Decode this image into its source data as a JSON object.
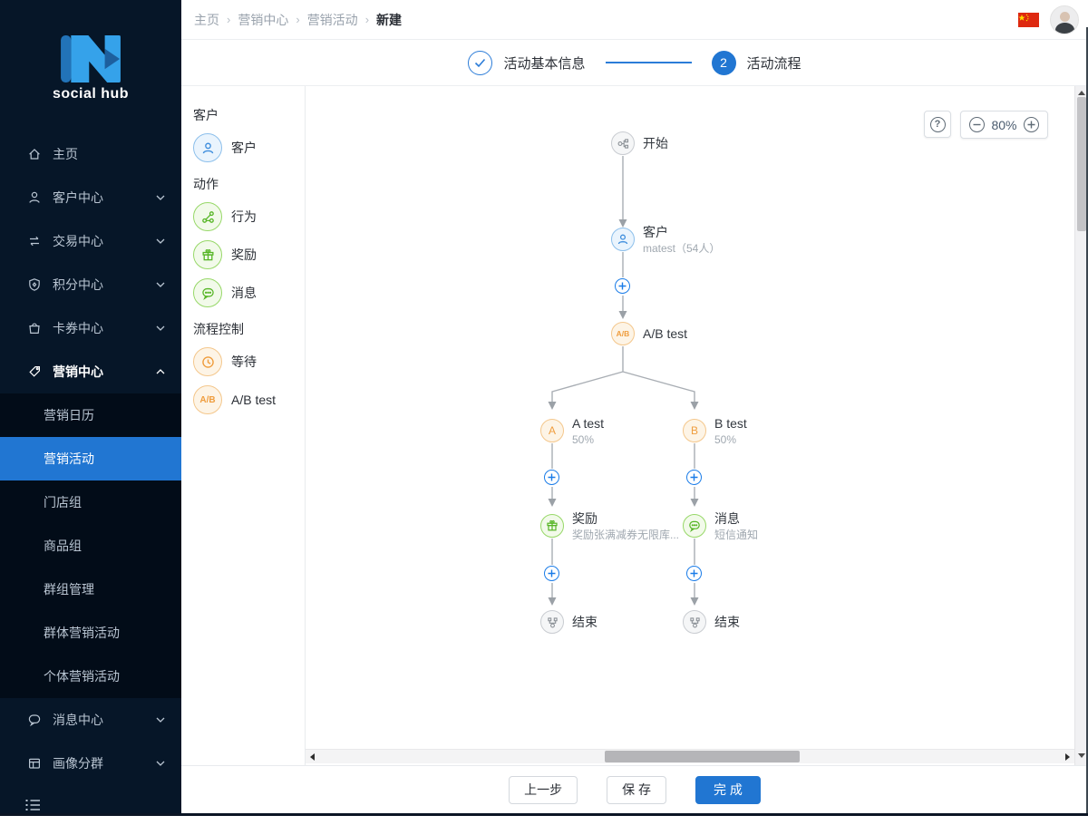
{
  "sidebar": {
    "logo_text": "social hub",
    "menu": [
      {
        "label": "主页",
        "icon": "home-icon"
      },
      {
        "label": "客户中心",
        "icon": "customer-icon",
        "chevron": "down"
      },
      {
        "label": "交易中心",
        "icon": "trade-icon",
        "chevron": "down"
      },
      {
        "label": "积分中心",
        "icon": "points-icon",
        "chevron": "down"
      },
      {
        "label": "卡券中心",
        "icon": "coupon-icon",
        "chevron": "down"
      },
      {
        "label": "营销中心",
        "icon": "marketing-icon",
        "chevron": "up",
        "active": true
      }
    ],
    "submenu": {
      "items": [
        "营销日历",
        "营销活动",
        "门店组",
        "商品组",
        "群组管理",
        "群体营销活动",
        "个体营销活动"
      ],
      "selected": "营销活动"
    },
    "menu_bottom": [
      {
        "label": "消息中心",
        "icon": "message-icon",
        "chevron": "down"
      },
      {
        "label": "画像分群",
        "icon": "segment-icon",
        "chevron": "down"
      }
    ]
  },
  "header": {
    "breadcrumb": [
      "主页",
      "营销中心",
      "营销活动",
      "新建"
    ],
    "separator": "›"
  },
  "steps": {
    "step1": {
      "label": "活动基本信息",
      "state": "done"
    },
    "step2": {
      "label": "活动流程",
      "number": "2",
      "state": "current"
    }
  },
  "palette": {
    "sections": [
      {
        "title": "客户",
        "items": [
          {
            "label": "客户",
            "icon": "user-icon",
            "color": "blue"
          }
        ]
      },
      {
        "title": "动作",
        "items": [
          {
            "label": "行为",
            "icon": "behavior-icon",
            "color": "green"
          },
          {
            "label": "奖励",
            "icon": "gift-icon",
            "color": "green"
          },
          {
            "label": "消息",
            "icon": "chat-icon",
            "color": "green"
          }
        ]
      },
      {
        "title": "流程控制",
        "items": [
          {
            "label": "等待",
            "icon": "clock-icon",
            "color": "orange"
          },
          {
            "label": "A/B test",
            "icon": "ab-icon",
            "color": "orange",
            "icon_text": "A/B"
          }
        ]
      }
    ]
  },
  "canvas": {
    "help_glyph": "?",
    "zoom_level": "80%",
    "flow": {
      "nodes": [
        {
          "id": "start",
          "label": "开始"
        },
        {
          "id": "customer",
          "label": "客户",
          "sublabel": "matest（54人）"
        },
        {
          "id": "ab-test",
          "label": "A/B test",
          "icon_text": "A/B"
        },
        {
          "id": "branch-a",
          "label": "A test",
          "sublabel": "50%",
          "icon_text": "A"
        },
        {
          "id": "branch-b",
          "label": "B test",
          "sublabel": "50%",
          "icon_text": "B"
        },
        {
          "id": "reward",
          "label": "奖励",
          "sublabel": "奖励张满减券无限库..."
        },
        {
          "id": "message",
          "label": "消息",
          "sublabel": "短信通知"
        },
        {
          "id": "end-a",
          "label": "结束"
        },
        {
          "id": "end-b",
          "label": "结束"
        }
      ]
    }
  },
  "footer": {
    "prev_label": "上一步",
    "save_label": "保 存",
    "finish_label": "完 成"
  },
  "colors": {
    "accent_blue": "#2176d2",
    "sidebar_bg": "#061628",
    "submenu_bg": "#020c18",
    "node_green": "#55b524",
    "node_orange": "#ef9d3e",
    "node_blue": "#3f8edd",
    "edge_gray": "#a9aeb4"
  }
}
